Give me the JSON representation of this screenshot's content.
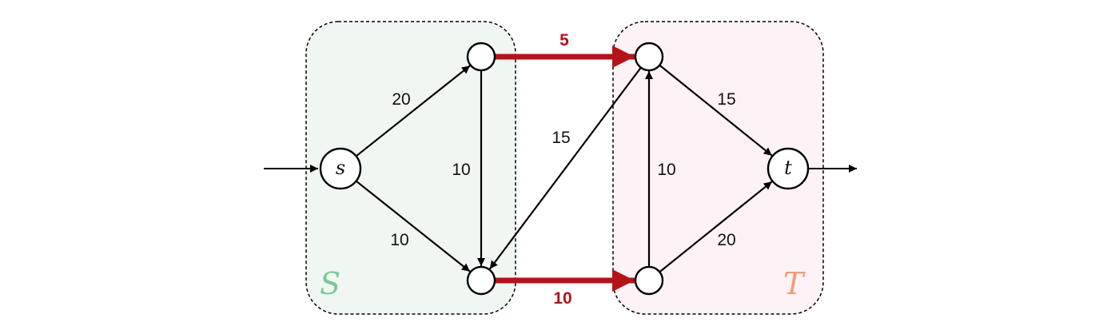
{
  "sets": [
    {
      "id": "S",
      "label": "S",
      "fill": "#f0f6f1",
      "label_color": "#7cc896"
    },
    {
      "id": "T",
      "label": "T",
      "fill": "#fdf2f5",
      "label_color": "#f4997a"
    }
  ],
  "nodes": [
    {
      "id": "s",
      "label": "s"
    },
    {
      "id": "a",
      "label": ""
    },
    {
      "id": "b",
      "label": ""
    },
    {
      "id": "c",
      "label": ""
    },
    {
      "id": "d",
      "label": ""
    },
    {
      "id": "t",
      "label": "t"
    }
  ],
  "edges": [
    {
      "from": "s",
      "to": "a",
      "capacity": "20",
      "cut": false
    },
    {
      "from": "s",
      "to": "b",
      "capacity": "10",
      "cut": false
    },
    {
      "from": "a",
      "to": "b",
      "capacity": "10",
      "cut": false
    },
    {
      "from": "a",
      "to": "c",
      "capacity": "5",
      "cut": true
    },
    {
      "from": "b",
      "to": "d",
      "capacity": "10",
      "cut": true
    },
    {
      "from": "c",
      "to": "b",
      "capacity": "15",
      "cut": false
    },
    {
      "from": "d",
      "to": "c",
      "capacity": "10",
      "cut": false
    },
    {
      "from": "c",
      "to": "t",
      "capacity": "15",
      "cut": false
    },
    {
      "from": "d",
      "to": "t",
      "capacity": "20",
      "cut": false
    }
  ],
  "colors": {
    "cut_edge": "#b5121b",
    "edge": "#000000"
  }
}
